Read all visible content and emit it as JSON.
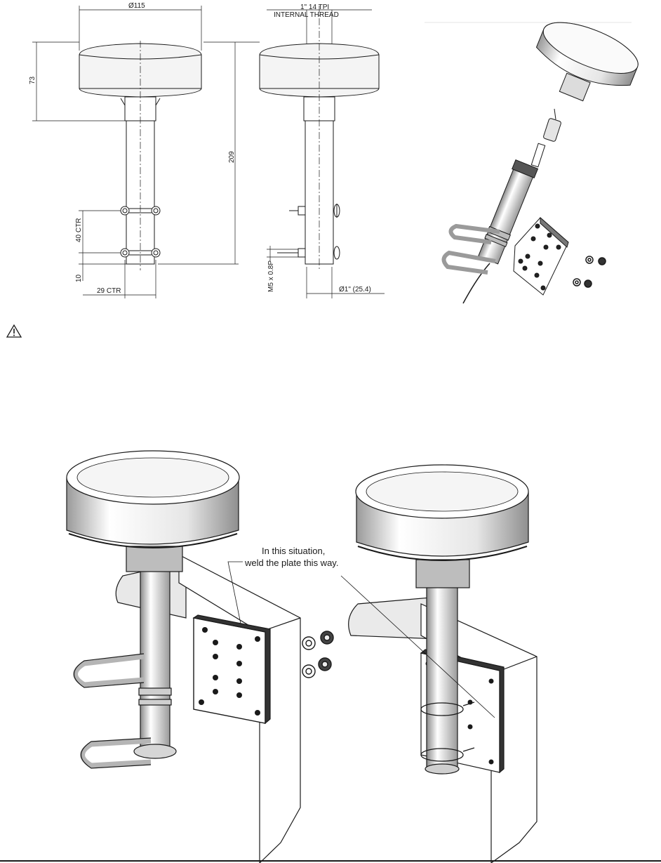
{
  "dimensions": {
    "diameter_top": "Ø115",
    "thread_top": "1\" 14 TPI",
    "thread_desc": "INTERNAL THREAD",
    "height_head": "73",
    "total_height": "209",
    "u_bolt_spacing": "40 CTR",
    "bottom_offset": "10",
    "u_bolt_width": "29 CTR",
    "bolt_thread": "M5 x 0.8P",
    "pole_diameter": "Ø1\" (25.4)"
  },
  "warning": {
    "icon": "warning-triangle-icon"
  },
  "callout": {
    "line1": "In this situation,",
    "line2": "weld the plate this way."
  },
  "colors": {
    "line": "#1a1a1a",
    "shade": "#d9d9d9",
    "mid": "#a8a8a8",
    "dark": "#555555"
  }
}
